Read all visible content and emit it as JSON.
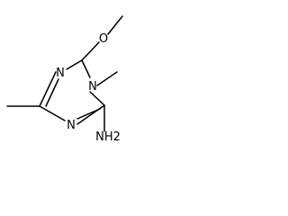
{
  "molecule": {
    "atoms": {
      "o_methoxy": "O",
      "n_ring_top": "N",
      "n_ring_methyl": "N",
      "n_ring_bottom": "N",
      "nh2": "NH2"
    },
    "colors": {
      "bond": "#000000",
      "text": "#000000",
      "background": "#ffffff"
    }
  }
}
